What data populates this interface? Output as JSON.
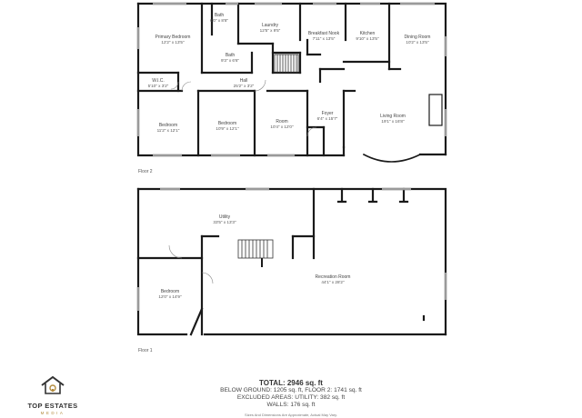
{
  "floor2": {
    "label": "Floor 2",
    "rooms": {
      "bath_top": {
        "name": "Bath",
        "dim": "6'0\" x 8'8\""
      },
      "primary_bedroom": {
        "name": "Primary Bedroom",
        "dim": "12'2\" x 13'5\""
      },
      "laundry": {
        "name": "Laundry",
        "dim": "12'5\" x 9'5\""
      },
      "breakfast_nook": {
        "name": "Breakfast Nook",
        "dim": "7'11\" x 13'5\""
      },
      "kitchen": {
        "name": "Kitchen",
        "dim": "9'10\" x 13'5\""
      },
      "dining_room": {
        "name": "Dining Room",
        "dim": "10'2\" x 13'5\""
      },
      "bath_mid": {
        "name": "Bath",
        "dim": "9'3\" x 6'6\""
      },
      "wic": {
        "name": "W.I.C.",
        "dim": "5'10\" x 3'2\""
      },
      "hall": {
        "name": "Hall",
        "dim": "25'2\" x 3'2\""
      },
      "bedroom_a": {
        "name": "Bedroom",
        "dim": "11'2\" x 12'1\""
      },
      "bedroom_b": {
        "name": "Bedroom",
        "dim": "10'9\" x 12'1\""
      },
      "room": {
        "name": "Room",
        "dim": "10'4\" x 12'0\""
      },
      "foyer": {
        "name": "Foyer",
        "dim": "6'4\" x 15'7\""
      },
      "living_room": {
        "name": "Living Room",
        "dim": "19'1\" x 16'8\""
      }
    }
  },
  "floor1": {
    "label": "Floor 1",
    "rooms": {
      "utility": {
        "name": "Utility",
        "dim": "33'5\" x 13'3\""
      },
      "recreation_room": {
        "name": "Recreation Room",
        "dim": "44'1\" x 28'2\""
      },
      "bedroom": {
        "name": "Bedroom",
        "dim": "12'0\" x 14'9\""
      }
    }
  },
  "summary": {
    "total": "TOTAL: 2946 sq. ft",
    "below": "BELOW GROUND: 1205 sq. ft, FLOOR 2: 1741 sq. ft",
    "excluded": "EXCLUDED AREAS: UTILITY: 382 sq. ft",
    "walls": "WALLS: 176 sq. ft",
    "disclaimer": "Sizes And Dimensions Are Approximate, Actual May Vary."
  },
  "logo": {
    "brand": "TOP ESTATES",
    "sub": "MEDIA",
    "icon": "house-logo-icon",
    "accent": "#b38b3d"
  },
  "colors": {
    "wall": "#1a1a1a",
    "window": "#9a9a9a"
  }
}
